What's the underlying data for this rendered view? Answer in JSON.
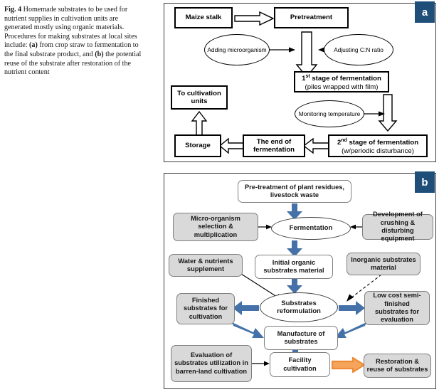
{
  "figure": {
    "label": "Fig. 4",
    "caption": "Homemade substrates to be used for nutrient supplies in cultivation units are generated mostly using organic materials. Procedures for making substrates at local sites include: (a) from crop straw to fermentation to the final substrate product, and (b) the potential reuse of the substrate after restoration of the nutrient content",
    "caption_parts": {
      "p1": "Homemade substrates to be used for nutrient supplies in cultivation units are generated mostly using organic materials. Procedures for making substrates at local sites include: ",
      "a_bold": "(a)",
      "p2": " from crop straw to fermentation to the final substrate product, and ",
      "b_bold": "(b)",
      "p3": " the potential reuse of the substrate after restoration of the nutrient content"
    }
  },
  "colors": {
    "panel_label_bg": "#1f4e79",
    "panel_label_text": "#ffffff",
    "panel_border": "#3c3c3c",
    "box_a_border": "#000000",
    "box_b_grey_fill": "#d9d9d9",
    "box_b_border": "#7f7f7f",
    "blue_arrow": "#4472a8",
    "orange_arrow": "#ed8c37",
    "hollow_arrow_stroke": "#000000",
    "hollow_arrow_fill": "#ffffff"
  },
  "panel_a": {
    "label": "a",
    "nodes": {
      "maize_stalk": "Maize stalk",
      "pretreatment": "Pretreatment",
      "adding_microorganism": "Adding microorganism",
      "adjusting_cn_ratio": "Adjusting C:N ratio",
      "stage1_title_pre": "1",
      "stage1_title_sup": "st",
      "stage1_title_post": " stage of fermentation",
      "stage1_sub": "(piles wrapped with film)",
      "monitoring_temperature": "Monitoring temperature",
      "stage2_title_pre": "2",
      "stage2_title_sup": "nd",
      "stage2_title_post": " stage of fermentation",
      "stage2_sub": "(w/periodic disturbance)",
      "end_of_fermentation": "The end of fermentation",
      "storage": "Storage",
      "to_cultivation_units": "To cultivation units"
    }
  },
  "panel_b": {
    "label": "b",
    "nodes": {
      "pretreatment": "Pre-treatment of plant residues, livestock waste",
      "microorganism": "Micro-organism selection & multiplication",
      "fermentation": "Fermentation",
      "crushing_equipment": "Development of crushing & disturbing equipment",
      "water_nutrients": "Water & nutrients supplement",
      "initial_organic": "Initial organic substrates material",
      "inorganic": "Inorganic substrates material",
      "finished_substrates": "Finished substrates for cultivation",
      "substrates_reformulation": "Substrates reformulation",
      "low_cost": "Low cost semi-finished substrates for evaluation",
      "manufacture": "Manufacture of substrates",
      "evaluation": "Evaluation of substrates utilization in barren-land cultivation",
      "facility_cultivation": "Facility cultivation",
      "restoration": "Restoration & reuse of substrates"
    }
  }
}
